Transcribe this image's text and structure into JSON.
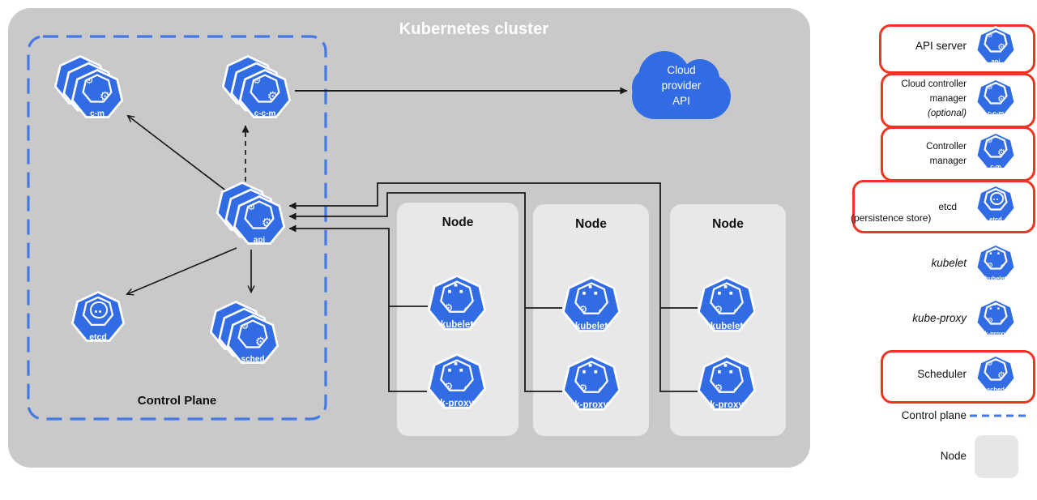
{
  "colors": {
    "kubernetes_blue": "#326CE5",
    "cluster_gray": "#C9C9C9",
    "node_gray": "#E8E8E8",
    "legend_red": "#EE3524",
    "control_plane_dash_blue": "#4478E4",
    "line_black": "#1A1A1A"
  },
  "diagram": {
    "title": "Kubernetes cluster",
    "control_plane_label": "Control Plane",
    "cloud": {
      "line1": "Cloud",
      "line2": "provider",
      "line3": "API"
    },
    "hexagons": {
      "api": "api",
      "cm": "c-m",
      "ccm": "c-c-m",
      "etcd": "etcd",
      "sched": "sched"
    },
    "nodes": [
      {
        "title": "Node",
        "kubelet": "kubelet",
        "kproxy": "k-proxy"
      },
      {
        "title": "Node",
        "kubelet": "kubelet",
        "kproxy": "k-proxy"
      },
      {
        "title": "Node",
        "kubelet": "kubelet",
        "kproxy": "k-proxy"
      }
    ]
  },
  "legend": {
    "items": [
      {
        "lines": [
          "API server"
        ],
        "icon_label": "api"
      },
      {
        "lines": [
          "Cloud controller",
          "manager",
          "(optional)"
        ],
        "icon_label": "c-c-m"
      },
      {
        "lines": [
          "Controller",
          "manager"
        ],
        "icon_label": "c-m"
      },
      {
        "lines": [
          "etcd",
          "(persistence store)"
        ],
        "icon_label": "etcd"
      },
      {
        "lines": [
          "kubelet"
        ],
        "icon_label": "kubelet"
      },
      {
        "lines": [
          "kube-proxy"
        ],
        "icon_label": "k-proxy"
      },
      {
        "lines": [
          "Scheduler"
        ],
        "icon_label": "sched"
      }
    ],
    "control_plane_label": "Control plane",
    "node_label": "Node"
  }
}
